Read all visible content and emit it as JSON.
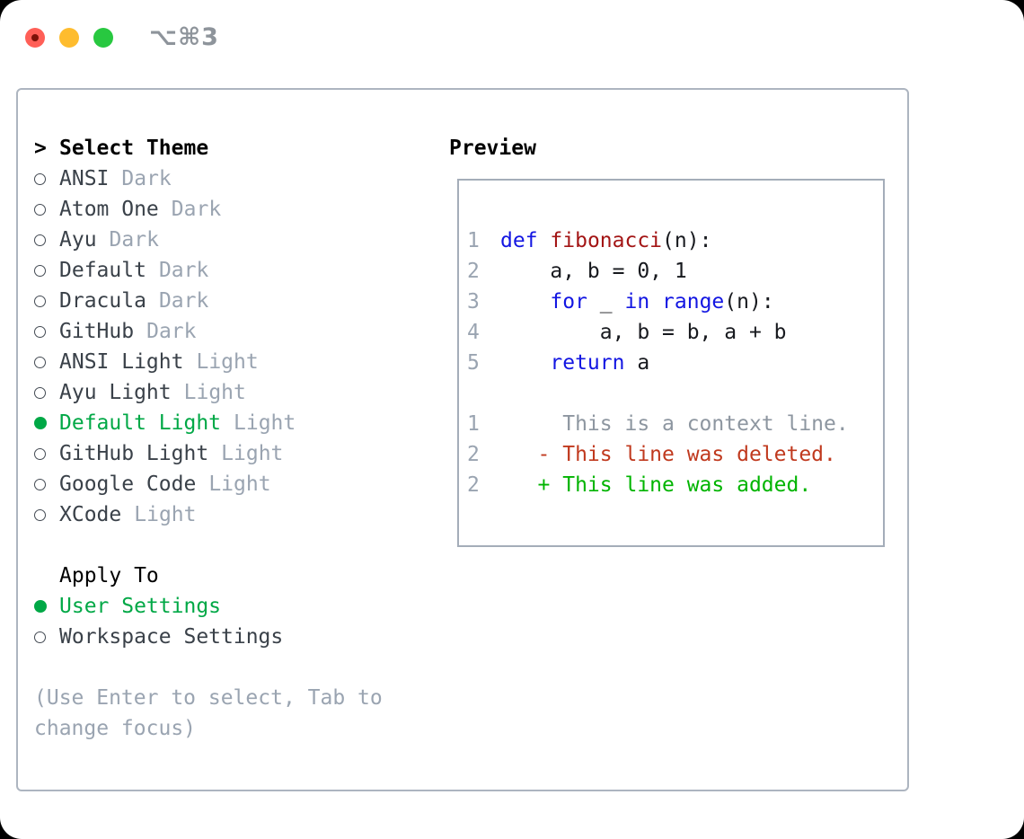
{
  "titlebar": {
    "shortcut": "⌥⌘3",
    "buttons": [
      "close",
      "minimize",
      "zoom"
    ]
  },
  "theme_section": {
    "prompt": ">",
    "title": "Select Theme",
    "themes": [
      {
        "name": "ANSI",
        "tag": "Dark",
        "selected": false
      },
      {
        "name": "Atom One",
        "tag": "Dark",
        "selected": false
      },
      {
        "name": "Ayu",
        "tag": "Dark",
        "selected": false
      },
      {
        "name": "Default",
        "tag": "Dark",
        "selected": false
      },
      {
        "name": "Dracula",
        "tag": "Dark",
        "selected": false
      },
      {
        "name": "GitHub",
        "tag": "Dark",
        "selected": false
      },
      {
        "name": "ANSI Light",
        "tag": "Light",
        "selected": false
      },
      {
        "name": "Ayu Light",
        "tag": "Light",
        "selected": false
      },
      {
        "name": "Default Light",
        "tag": "Light",
        "selected": true
      },
      {
        "name": "GitHub Light",
        "tag": "Light",
        "selected": false
      },
      {
        "name": "Google Code",
        "tag": "Light",
        "selected": false
      },
      {
        "name": "XCode",
        "tag": "Light",
        "selected": false
      }
    ]
  },
  "apply_section": {
    "title": "Apply To",
    "options": [
      {
        "name": "User Settings",
        "selected": true
      },
      {
        "name": "Workspace Settings",
        "selected": false
      }
    ]
  },
  "help_text": "(Use Enter to select, Tab to change focus)",
  "preview": {
    "title": "Preview",
    "code_lines": [
      {
        "num": "1",
        "tokens": [
          {
            "c": "keyword",
            "t": "def"
          },
          {
            "c": "plain",
            "t": " "
          },
          {
            "c": "func",
            "t": "fibonacci"
          },
          {
            "c": "plain",
            "t": "(n):"
          }
        ]
      },
      {
        "num": "2",
        "tokens": [
          {
            "c": "plain",
            "t": "    a, b = 0, 1"
          }
        ]
      },
      {
        "num": "3",
        "tokens": [
          {
            "c": "plain",
            "t": "    "
          },
          {
            "c": "keyword",
            "t": "for"
          },
          {
            "c": "plain",
            "t": " _ "
          },
          {
            "c": "keyword",
            "t": "in"
          },
          {
            "c": "plain",
            "t": " "
          },
          {
            "c": "keyword",
            "t": "range"
          },
          {
            "c": "plain",
            "t": "(n):"
          }
        ]
      },
      {
        "num": "4",
        "tokens": [
          {
            "c": "plain",
            "t": "        a, b = b, a + b"
          }
        ]
      },
      {
        "num": "5",
        "tokens": [
          {
            "c": "plain",
            "t": "    "
          },
          {
            "c": "keyword",
            "t": "return"
          },
          {
            "c": "plain",
            "t": " a"
          }
        ]
      }
    ],
    "diff_lines": [
      {
        "num": "1",
        "kind": "context",
        "text": "     This is a context line."
      },
      {
        "num": "2",
        "kind": "deleted",
        "text": "   - This line was deleted."
      },
      {
        "num": "2",
        "kind": "added",
        "text": "   + This line was added."
      }
    ]
  },
  "colors": {
    "selection_green": "#00a846",
    "keyword_blue": "#1316e2",
    "function_red": "#a31515",
    "diff_deleted_red": "#c0391e",
    "diff_added_green": "#00b400",
    "diff_context_gray": "#8d96a0",
    "muted_gray": "#9aa4b1",
    "panel_border": "#adb5c0",
    "traffic_red": "#ff5f57",
    "traffic_yellow": "#febc2e",
    "traffic_green": "#28c840"
  }
}
